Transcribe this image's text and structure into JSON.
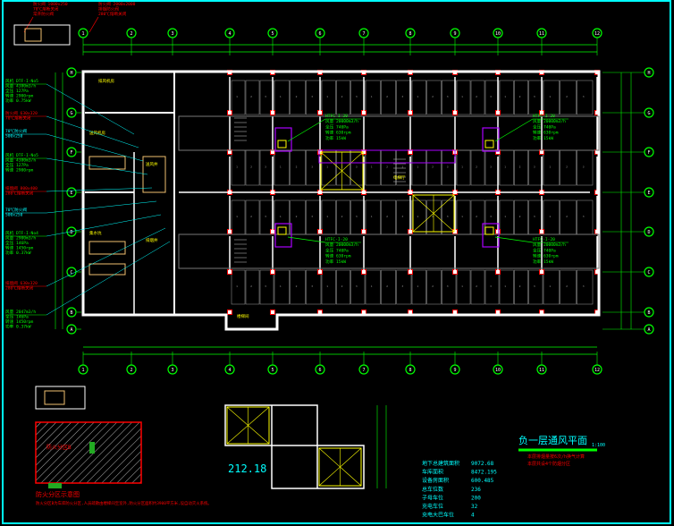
{
  "grid": {
    "columns": [
      "1",
      "2",
      "3",
      "4",
      "5",
      "6",
      "7",
      "8",
      "9",
      "10",
      "11",
      "12"
    ],
    "rows": [
      "H",
      "G",
      "F",
      "E",
      "D",
      "C",
      "B",
      "A"
    ]
  },
  "title": {
    "main": "负一层通风平面",
    "scale": "1:100",
    "notes": [
      "本层排烟量按6次/h换气计算",
      "本层共设4个防烟分区"
    ]
  },
  "summary_table": [
    {
      "label": "地下总建筑面积",
      "value": "9072.68"
    },
    {
      "label": "车库面积",
      "value": "8472.195"
    },
    {
      "label": "设备房面积",
      "value": "600.485"
    },
    {
      "label": "总车位数",
      "value": "236"
    },
    {
      "label": "子母车位",
      "value": "200"
    },
    {
      "label": "充电车位",
      "value": "32"
    },
    {
      "label": "充电大巴车位",
      "value": "4"
    }
  ],
  "detail_area": "212.18",
  "fire_zone": {
    "zone_label": "防火分区B",
    "title": "防火分区示意图",
    "note": "防火分区B为车库防火分区,人员疏散由楼梯间至室外,防火分区面积约3900平方米,设自动灭火系统。"
  },
  "fans": [
    {
      "name": "HTFC-I-20",
      "air": "风量 20000m3/h",
      "pressure": "全压 740Pa",
      "speed": "转速 630rpm",
      "power": "功率 15kW"
    },
    {
      "name": "HTFC-I-20",
      "air": "风量 20000m3/h",
      "pressure": "全压 740Pa",
      "speed": "转速 630rpm",
      "power": "功率 15kW"
    },
    {
      "name": "HTFC-I-20",
      "air": "风量 20000m3/h",
      "pressure": "全压 740Pa",
      "speed": "转速 630rpm",
      "power": "功率 15kW"
    },
    {
      "name": "HTFC-I-20",
      "air": "风量 20000m3/h",
      "pressure": "全压 740Pa",
      "speed": "转速 630rpm",
      "power": "功率 15kW"
    }
  ],
  "left_annotations": [
    {
      "color": "#00ff00",
      "lines": [
        "风机 DTF-I-No5",
        "风量 4380m3/h",
        "全压 127Pa",
        "转速 2900rpm",
        "功率 0.75kW"
      ]
    },
    {
      "color": "#ff0000",
      "lines": [
        "防火阀 630x320",
        "70℃熔断关闭"
      ]
    },
    {
      "color": "#00ffff",
      "lines": [
        "70℃防火阀",
        "500x250"
      ]
    },
    {
      "color": "#00ff00",
      "lines": [
        "风机 DTF-I-No5",
        "风量 4380m3/h",
        "全压 127Pa",
        "转速 2900rpm"
      ]
    },
    {
      "color": "#ff0000",
      "lines": [
        "排烟阀 800x400",
        "280℃熔断关闭"
      ]
    },
    {
      "color": "#00ffff",
      "lines": [
        "70℃防火阀",
        "500x250"
      ]
    },
    {
      "color": "#00ff00",
      "lines": [
        "风机 DTF-I-No4",
        "风量 2900m3/h",
        "全压 146Pa",
        "转速 1450rpm",
        "功率 0.37kW"
      ]
    },
    {
      "color": "#ff0000",
      "lines": [
        "排烟阀 630x320",
        "280℃熔断关闭"
      ]
    },
    {
      "color": "#00ff00",
      "lines": [
        "风量 2047m3/h",
        "全压 146Pa",
        "转速 1450rpm",
        "功率 0.37kW"
      ]
    }
  ],
  "top_annotations": [
    {
      "lines": [
        "防火阀 1000x250",
        "70℃熔断关闭",
        "常开防火阀"
      ]
    },
    {
      "lines": [
        "防火阀 2000x2000",
        "排烟防火阀",
        "280℃熔断关闭"
      ]
    }
  ],
  "equipment_labels": [
    "排风机房",
    "送风机房",
    "集水坑",
    "楼梯间",
    "电梯厅",
    "送风井",
    "排烟井"
  ],
  "colors": {
    "frame": "#00ffff",
    "grid": "#00ff00",
    "wall": "#ffffff",
    "column": "#ff0000",
    "shaft": "#ffff00",
    "fan": "#aa00ff"
  }
}
